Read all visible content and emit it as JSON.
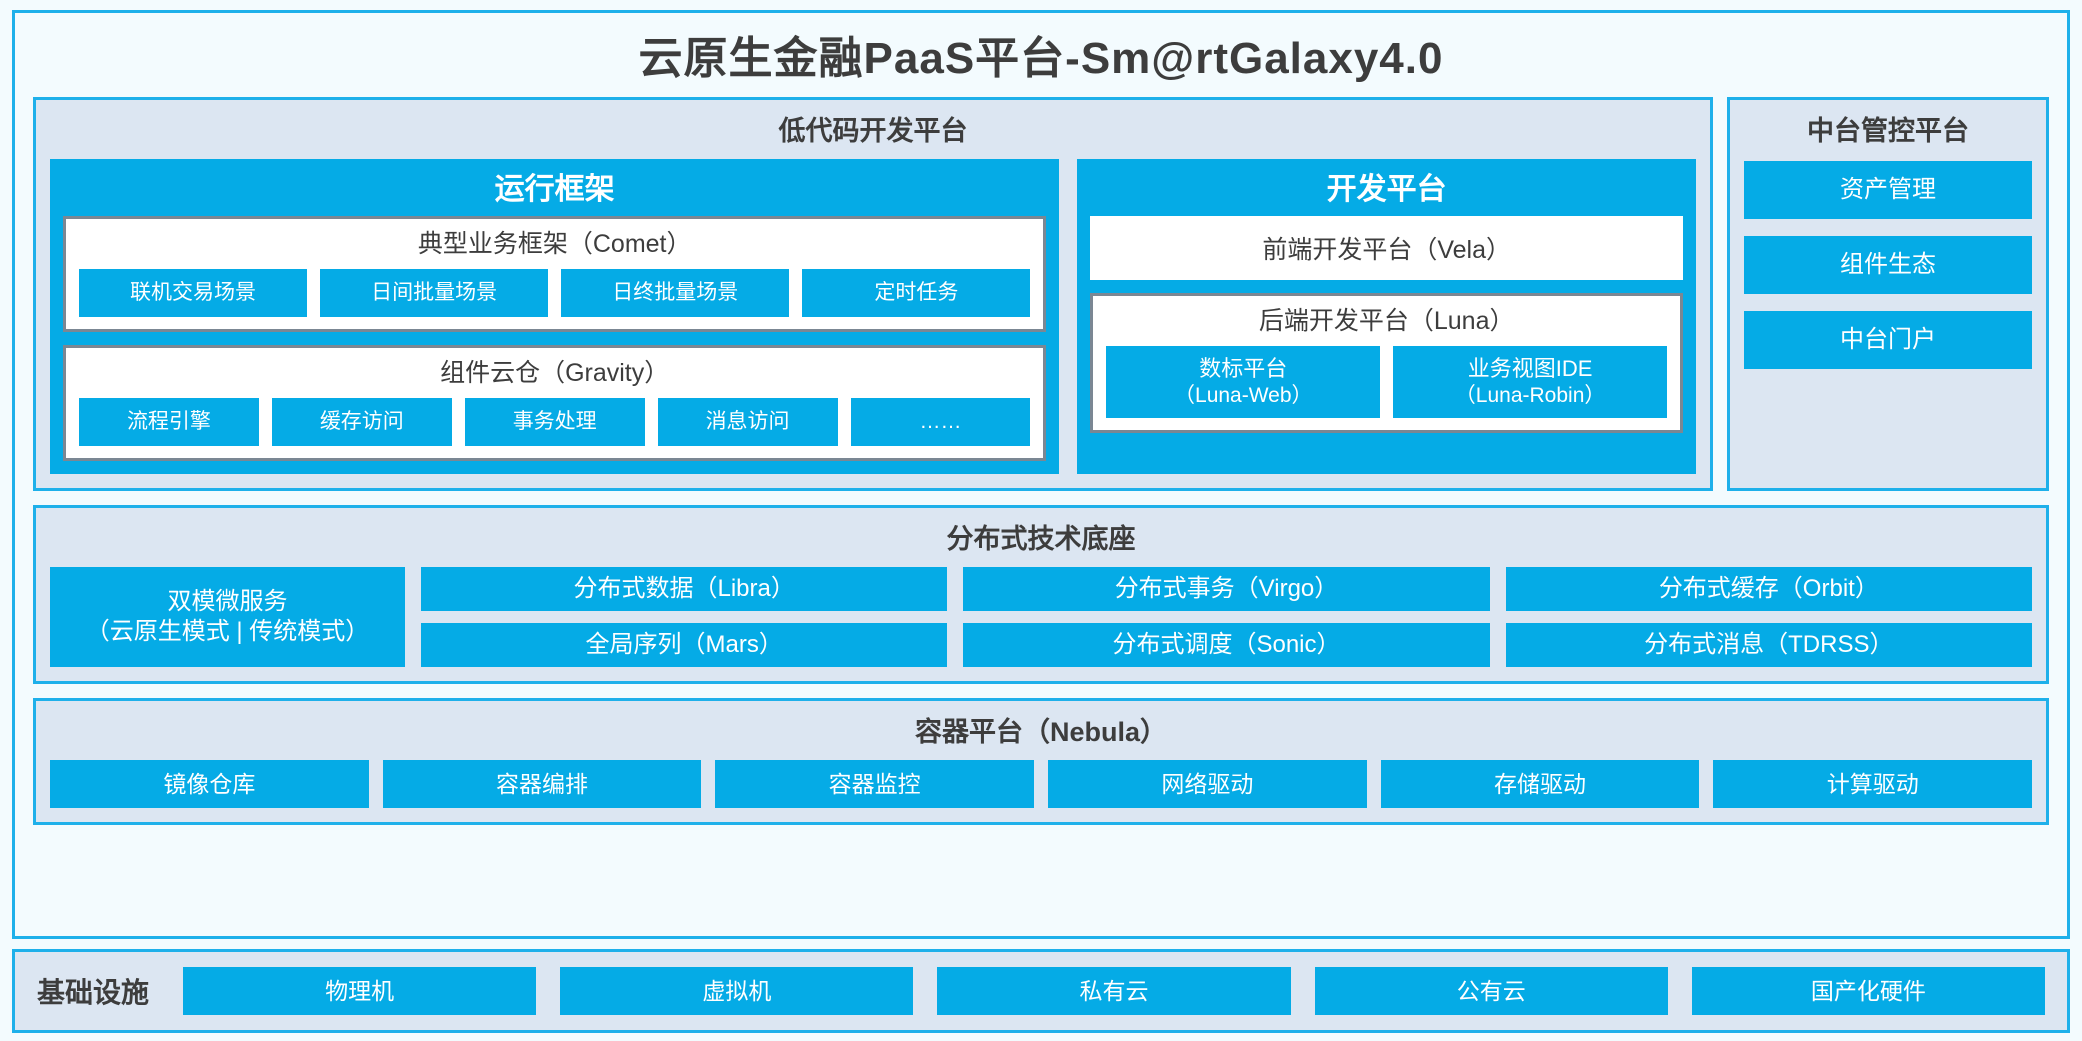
{
  "platform": {
    "title": "云原生金融PaaS平台-Sm@rtGalaxy4.0"
  },
  "lowcode": {
    "title": "低代码开发平台",
    "runtime": {
      "title": "运行框架",
      "comet": {
        "title": "典型业务框架（Comet）",
        "tiles": [
          "联机交易场景",
          "日间批量场景",
          "日终批量场景",
          "定时任务"
        ]
      },
      "gravity": {
        "title": "组件云仓（Gravity）",
        "tiles": [
          "流程引擎",
          "缓存访问",
          "事务处理",
          "消息访问",
          "……"
        ]
      }
    },
    "devplatform": {
      "title": "开发平台",
      "frontend": "前端开发平台（Vela）",
      "backend": {
        "title": "后端开发平台（Luna）",
        "tiles": [
          {
            "name": "数标平台",
            "sub": "（Luna-Web）"
          },
          {
            "name": "业务视图IDE",
            "sub": "（Luna-Robin）"
          }
        ]
      }
    }
  },
  "mgmt": {
    "title": "中台管控平台",
    "tiles": [
      "资产管理",
      "组件生态",
      "中台门户"
    ]
  },
  "distributed": {
    "title": "分布式技术底座",
    "microservice": {
      "name": "双模微服务",
      "sub": "（云原生模式 | 传统模式）"
    },
    "tiles": [
      "分布式数据（Libra）",
      "分布式事务（Virgo）",
      "分布式缓存（Orbit）",
      "全局序列（Mars）",
      "分布式调度（Sonic）",
      "分布式消息（TDRSS）"
    ]
  },
  "containerPlatform": {
    "title": "容器平台（Nebula）",
    "tiles": [
      "镜像仓库",
      "容器编排",
      "容器监控",
      "网络驱动",
      "存储驱动",
      "计算驱动"
    ]
  },
  "infrastructure": {
    "label": "基础设施",
    "tiles": [
      "物理机",
      "虚拟机",
      "私有云",
      "公有云",
      "国产化硬件"
    ]
  },
  "colors": {
    "accent": "#05abe6",
    "panel_bg": "#dce6f2",
    "frame_border": "#1eb0ea",
    "page_bg": "#f3fbfe",
    "box_border": "#7b8793",
    "text_dark": "#3d3d3d"
  }
}
